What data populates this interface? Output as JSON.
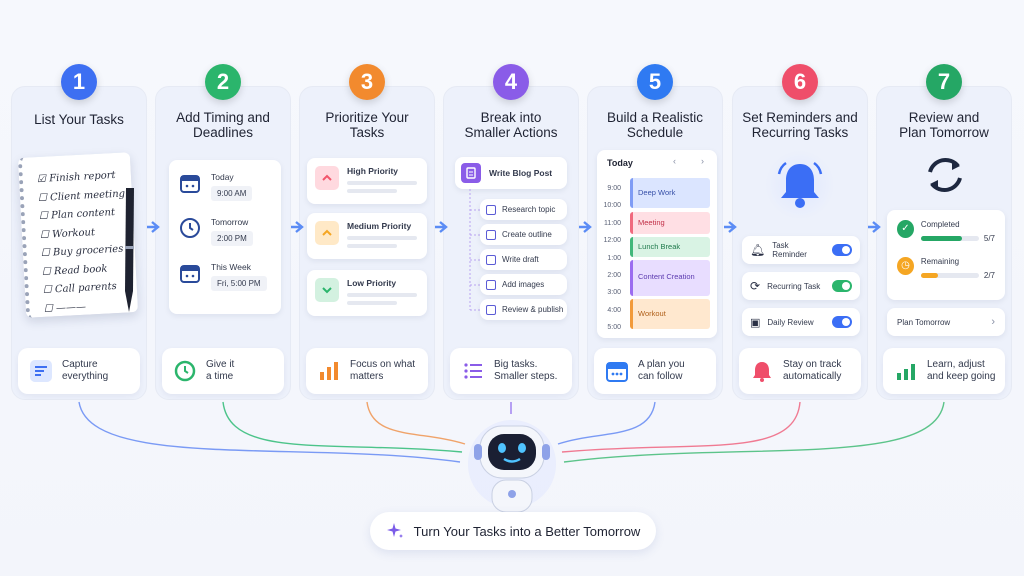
{
  "steps": [
    {
      "num": "1",
      "title": "List Your Tasks",
      "bottom": "Capture everything",
      "color": "#3d6ff2"
    },
    {
      "num": "2",
      "title": "Add Timing and Deadlines",
      "bottom": "Give it a time",
      "color": "#2bb56c"
    },
    {
      "num": "3",
      "title": "Prioritize Your Tasks",
      "bottom": "Focus on what matters",
      "color": "#f28a2e"
    },
    {
      "num": "4",
      "title": "Break into Smaller Actions",
      "bottom": "Big tasks. Smaller steps.",
      "color": "#8a5ce8"
    },
    {
      "num": "5",
      "title": "Build a Realistic Schedule",
      "bottom": "A plan you can follow",
      "color": "#2f7af2"
    },
    {
      "num": "6",
      "title": "Set Reminders and Recurring Tasks",
      "bottom": "Stay on track automatically",
      "color": "#ef4e6a"
    },
    {
      "num": "7",
      "title": "Review and Plan Tomorrow",
      "bottom": "Learn, adjust and keep going",
      "color": "#25a765"
    }
  ],
  "notepad": [
    "Finish report",
    "Client meeting",
    "Plan content",
    "Workout",
    "Buy groceries",
    "Read book",
    "Call parents"
  ],
  "timing": [
    {
      "label": "Today",
      "time": "9:00 AM"
    },
    {
      "label": "Tomorrow",
      "time": "2:00 PM"
    },
    {
      "label": "This Week",
      "time": "Fri, 5:00 PM"
    }
  ],
  "priorities": [
    {
      "label": "High Priority",
      "color": "#f2556b"
    },
    {
      "label": "Medium Priority",
      "color": "#f5a623"
    },
    {
      "label": "Low Priority",
      "color": "#2bb56c"
    }
  ],
  "breakdown": {
    "parent": "Write Blog Post",
    "subs": [
      "Research topic",
      "Create outline",
      "Write draft",
      "Add images",
      "Review & publish"
    ]
  },
  "schedule": {
    "day": "Today",
    "hours": [
      "9:00",
      "10:00",
      "11:00",
      "12:00",
      "1:00",
      "2:00",
      "3:00",
      "4:00",
      "5:00"
    ],
    "blocks": [
      {
        "label": "Deep Work",
        "color": "#7f9cf5",
        "bg": "#dbe5ff"
      },
      {
        "label": "Meeting",
        "color": "#f06a7e",
        "bg": "#ffdfe4"
      },
      {
        "label": "Lunch Break",
        "color": "#40b77a",
        "bg": "#d9f3e4"
      },
      {
        "label": "Content Creation",
        "color": "#9b6cf0",
        "bg": "#e8ddff"
      },
      {
        "label": "Workout",
        "color": "#f29a3a",
        "bg": "#ffe8cf"
      }
    ]
  },
  "reminders": [
    "Task Reminder",
    "Recurring Task",
    "Daily Review"
  ],
  "review": {
    "completed": "Completed",
    "completed_val": "5/7",
    "completed_frac": 0.71,
    "remaining": "Remaining",
    "remaining_val": "2/7",
    "remaining_frac": 0.29,
    "plan": "Plan Tomorrow"
  },
  "footer": "Turn Your Tasks into a Better Tomorrow"
}
